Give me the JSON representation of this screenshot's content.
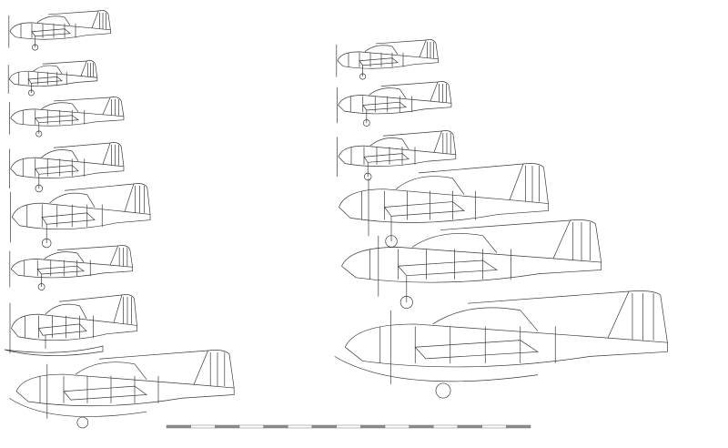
{
  "colors": {
    "line": "#3a3a3a",
    "scale_dark": "#8c8c8c",
    "scale_light": "#ffffff",
    "background": "#ffffff"
  },
  "scale_bar": {
    "segments": 15
  },
  "aircraft": [
    {
      "id": "left-1",
      "kind": "fighter"
    },
    {
      "id": "left-2",
      "kind": "fighter"
    },
    {
      "id": "left-3",
      "kind": "torpedo-bomber"
    },
    {
      "id": "left-4",
      "kind": "dive-bomber"
    },
    {
      "id": "left-5",
      "kind": "torpedo-bomber"
    },
    {
      "id": "left-6",
      "kind": "dive-bomber"
    },
    {
      "id": "left-7",
      "kind": "floatplane"
    },
    {
      "id": "left-8",
      "kind": "flying-boat"
    },
    {
      "id": "right-1",
      "kind": "fighter"
    },
    {
      "id": "right-2",
      "kind": "fighter"
    },
    {
      "id": "right-3",
      "kind": "dive-bomber"
    },
    {
      "id": "right-4",
      "kind": "medium-bomber"
    },
    {
      "id": "right-5",
      "kind": "heavy-bomber"
    },
    {
      "id": "right-6",
      "kind": "flying-boat"
    }
  ]
}
